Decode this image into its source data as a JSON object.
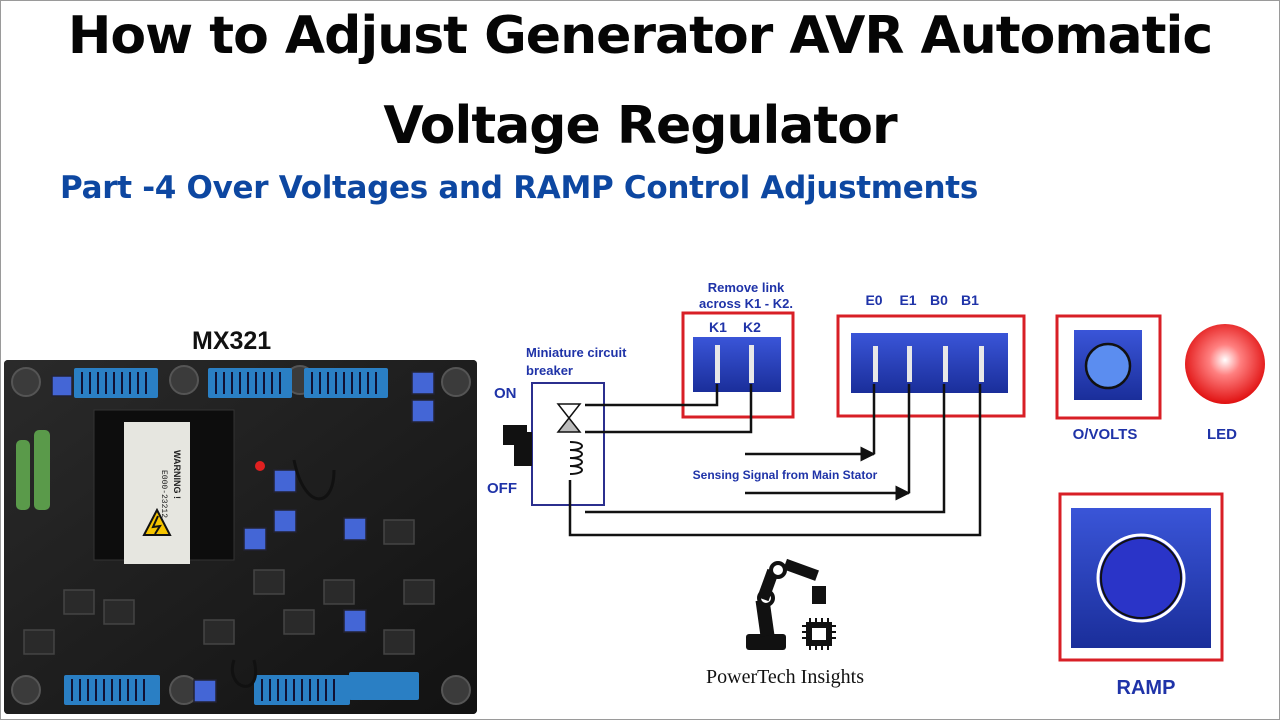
{
  "title": {
    "line1": "How to Adjust Generator  AVR Automatic",
    "line2": "Voltage Regulator"
  },
  "subtitle": "Part -4  Over Voltages and  RAMP Control Adjustments",
  "board": {
    "model_label": "MX321",
    "warning_text": "WARNING !",
    "part_code": "E000-23212"
  },
  "breaker": {
    "label_line1": "Miniature circuit",
    "label_line2": "breaker",
    "on_label": "ON",
    "off_label": "OFF"
  },
  "link_block": {
    "note_line1": "Remove link",
    "note_line2": "across K1 - K2.",
    "terminals": [
      "K1",
      "K2"
    ]
  },
  "sensing_block": {
    "terminals": [
      "E0",
      "E1",
      "B0",
      "B1"
    ],
    "signal_label": "Sensing Signal from Main Stator"
  },
  "controls": {
    "ovolts_label": "O/VOLTS",
    "led_label": "LED",
    "ramp_label": "RAMP"
  },
  "logo": {
    "brand": "PowerTech Insights",
    "icon": "robot-arm-chip-icon"
  },
  "colors": {
    "title": "#050505",
    "subtitle": "#0d47a1",
    "highlight_box": "#d81f26",
    "diagram_label": "#1f33a8",
    "terminal_blue": "#1e3fc8",
    "led_red": "#ff2a2a"
  }
}
